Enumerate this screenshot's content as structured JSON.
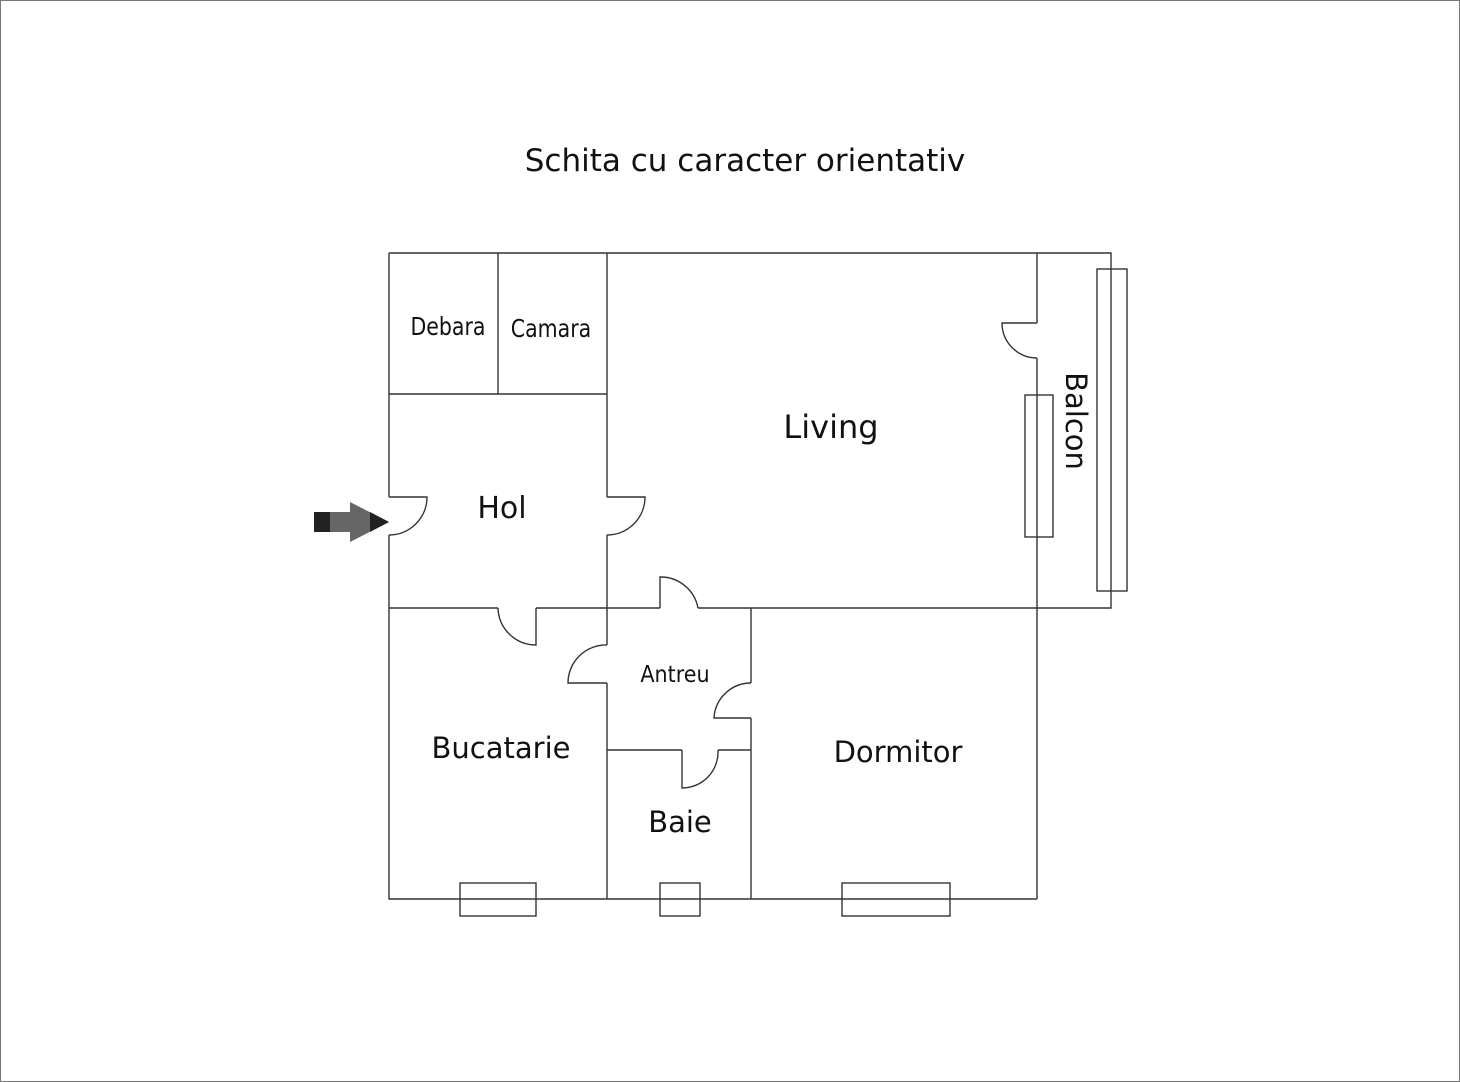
{
  "title": "Schita cu caracter orientativ",
  "rooms": {
    "debara": "Debara",
    "camara": "Camara",
    "living": "Living",
    "balcon": "Balcon",
    "hol": "Hol",
    "antreu": "Antreu",
    "bucatarie": "Bucatarie",
    "dormitor": "Dormitor",
    "baie": "Baie"
  },
  "colors": {
    "walls": "#333333",
    "arrow": "#666666",
    "arrow_dark": "#222222"
  }
}
